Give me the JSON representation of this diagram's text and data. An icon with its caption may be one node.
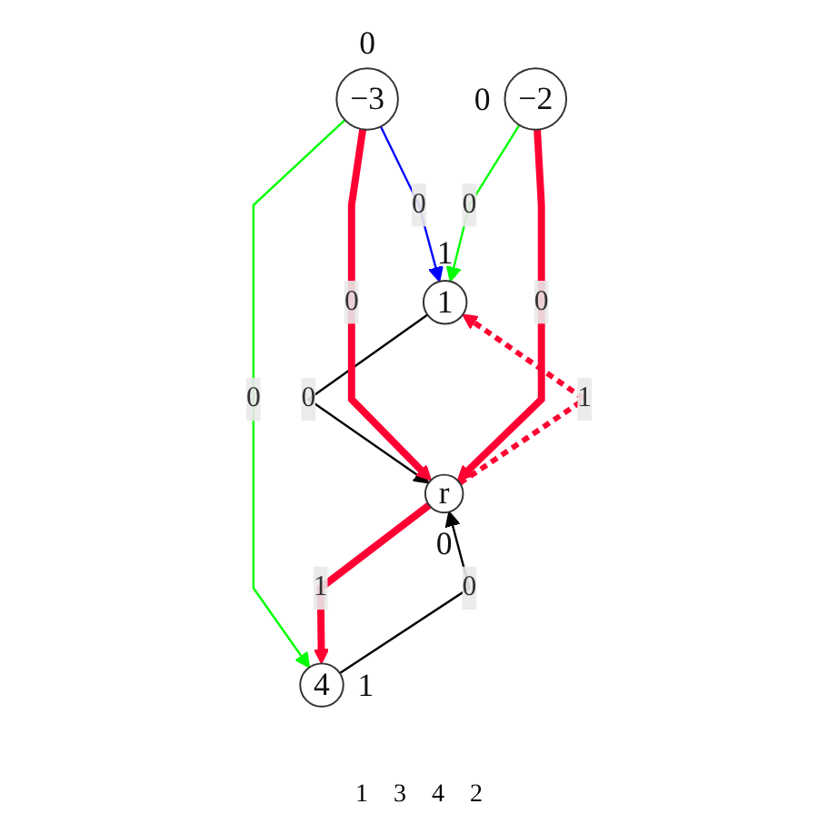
{
  "diagram": {
    "nodes": [
      {
        "text": [
          "1"
        ],
        "beside": [
          "1"
        ]
      },
      {
        "text": [
          "−3"
        ],
        "beside": [
          "0"
        ]
      },
      {
        "text": [
          "−2"
        ],
        "beside": [
          "0"
        ]
      },
      {
        "text": [
          "4"
        ],
        "beside": [
          "1"
        ]
      },
      {
        "text": [
          "r"
        ],
        "beside": [
          "0"
        ]
      }
    ],
    "edges": [
      {
        "from": 1,
        "to": 0,
        "arrow": "to",
        "label": "0",
        "color": "#0000ff"
      },
      {
        "from": 2,
        "to": 0,
        "arrow": "to",
        "label": "0",
        "color": "#00ff00"
      },
      {
        "from": 0,
        "to": 4,
        "arrow": "to",
        "label": "0",
        "color": "#000000"
      },
      {
        "from": 1,
        "to": 3,
        "arrow": "to",
        "label": "0",
        "color": "#00ff00"
      },
      {
        "from": 1,
        "to": 4,
        "arrow": "to",
        "label": "0",
        "style": "thick",
        "color": "#ff0033"
      },
      {
        "from": 4,
        "to": 0,
        "arrow": "to",
        "label": "1",
        "style": "dashed",
        "color": "#ff0033"
      },
      {
        "from": 2,
        "to": 4,
        "arrow": "to",
        "label": "0",
        "style": "thick",
        "color": "#ff0033"
      },
      {
        "from": 3,
        "to": 4,
        "arrow": "to",
        "label": "0",
        "color": "#000000"
      },
      {
        "from": 4,
        "to": 3,
        "arrow": "to",
        "label": "1",
        "style": "thick",
        "color": "#ff0033"
      }
    ],
    "labels": [
      "1",
      "3",
      "4",
      "2"
    ]
  }
}
